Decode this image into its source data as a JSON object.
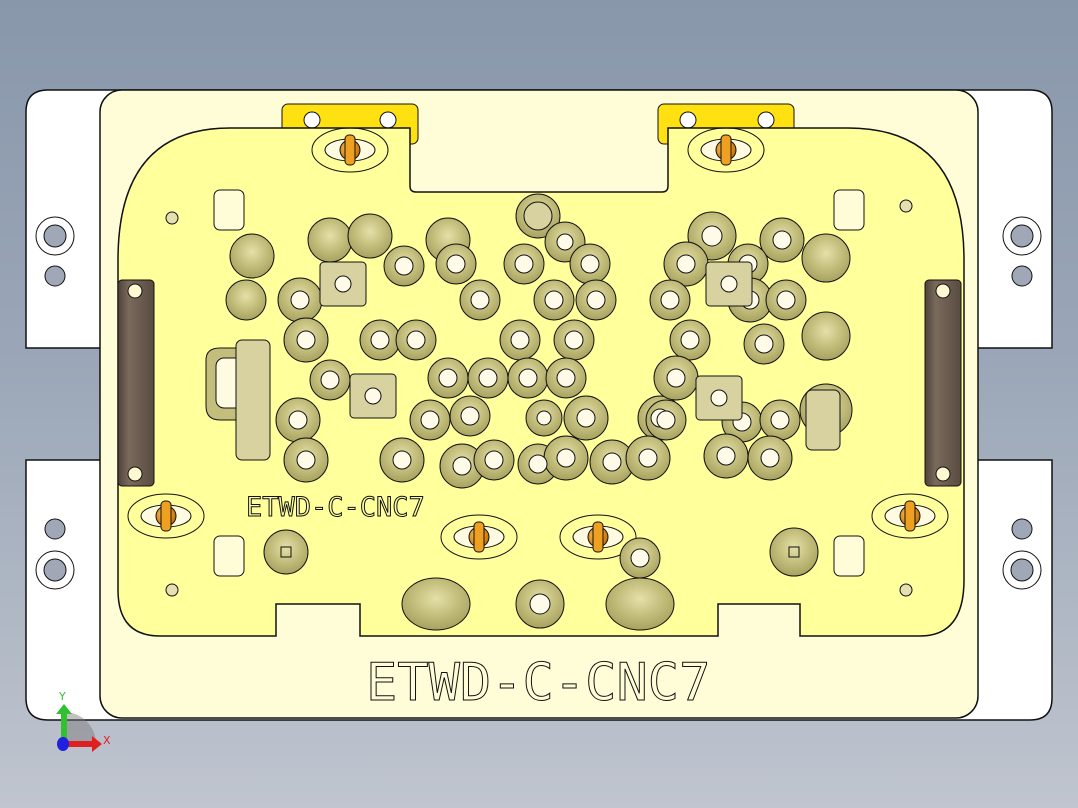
{
  "viewport": {
    "background_top": "#8997ab",
    "background_bottom": "#c0c5cf"
  },
  "part": {
    "engraving_large": "ETWD-C-CNC7",
    "engraving_small": "ETWD-C-CNC7",
    "colors": {
      "base_plate": "#ffffff",
      "top_plate": "#fffdd8",
      "fixture_plate": "#ffff9c",
      "clamp_body": "#c9c48a",
      "handle": "#6b5d52",
      "locating_pin": "#f0a020",
      "yellow_block": "#ffe010"
    }
  },
  "triad": {
    "x_label": "X",
    "y_label": "Y",
    "x_color": "#e02020",
    "y_color": "#30c030",
    "z_color": "#2020e0"
  }
}
